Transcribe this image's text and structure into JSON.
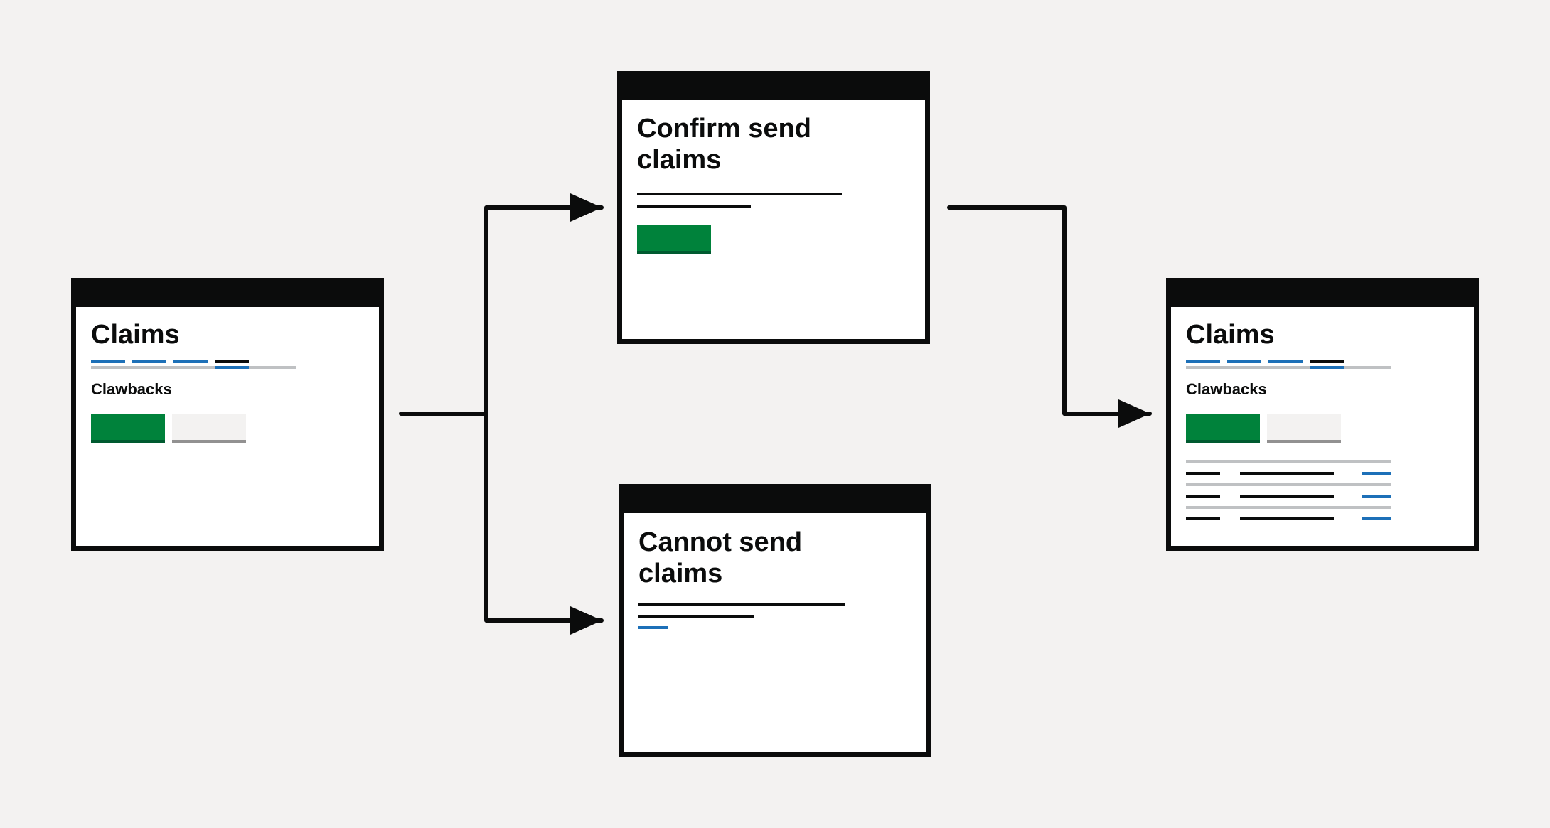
{
  "screens": {
    "claims_start": {
      "title": "Claims",
      "subheading": "Clawbacks"
    },
    "confirm": {
      "title_line1": "Confirm send",
      "title_line2": "claims"
    },
    "cannot": {
      "title_line1": "Cannot send",
      "title_line2": "claims"
    },
    "claims_end": {
      "title": "Claims",
      "subheading": "Clawbacks"
    }
  },
  "colors": {
    "background": "#f3f2f1",
    "frame": "#0b0c0c",
    "screen": "#ffffff",
    "button_green": "#00823b",
    "button_shadow": "#005a30",
    "link_blue": "#1d70b8",
    "rule_grey": "#bfc1c3",
    "secondary_button": "#f3f2f1",
    "secondary_shadow": "#929191"
  }
}
